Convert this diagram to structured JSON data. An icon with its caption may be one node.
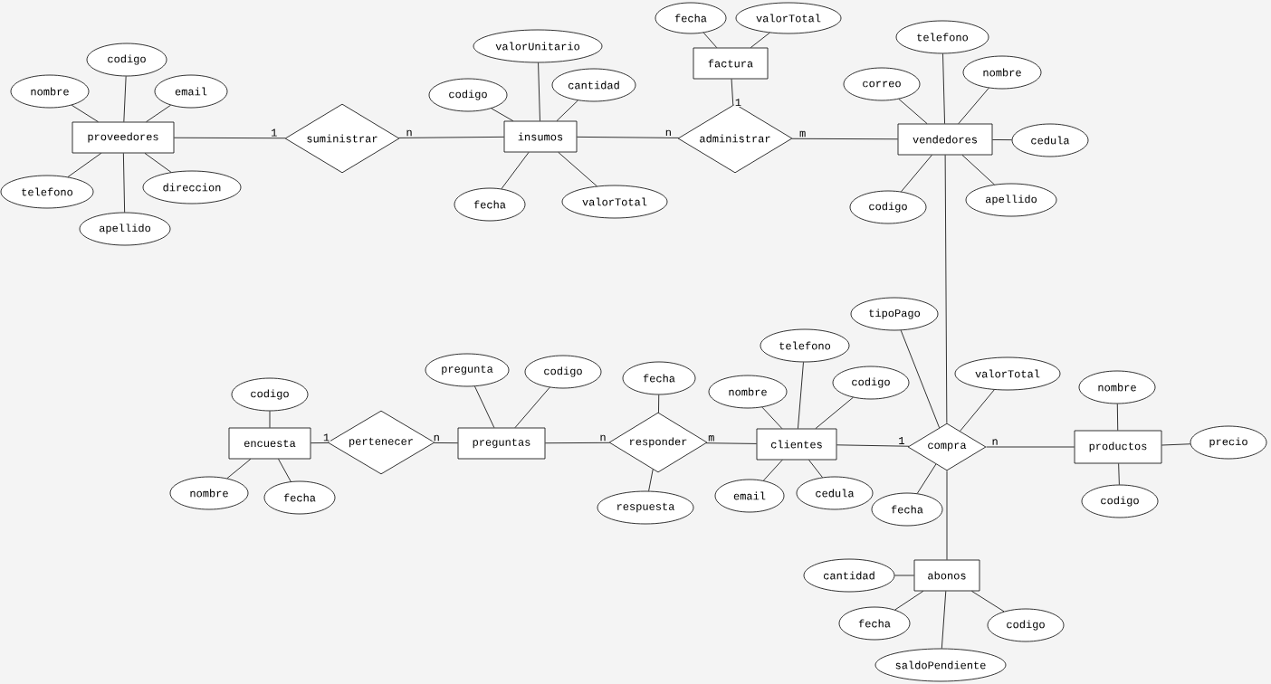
{
  "diagram": {
    "nodes": [
      {
        "text": [
          "proveedores"
        ]
      },
      {
        "text": [
          "codigo"
        ]
      },
      {
        "text": [
          "nombre"
        ]
      },
      {
        "text": [
          "email"
        ]
      },
      {
        "text": [
          "telefono"
        ]
      },
      {
        "text": [
          "direccion"
        ]
      },
      {
        "text": [
          "apellido"
        ]
      },
      {
        "text": [
          "suministrar"
        ]
      },
      {
        "text": [
          "insumos"
        ]
      },
      {
        "text": [
          "valorUnitario"
        ]
      },
      {
        "text": [
          "codigo"
        ]
      },
      {
        "text": [
          "cantidad"
        ]
      },
      {
        "text": [
          "fecha"
        ]
      },
      {
        "text": [
          "valorTotal"
        ]
      },
      {
        "text": [
          "factura"
        ]
      },
      {
        "text": [
          "fecha"
        ]
      },
      {
        "text": [
          "valorTotal"
        ]
      },
      {
        "text": [
          "administrar"
        ]
      },
      {
        "text": [
          "vendedores"
        ]
      },
      {
        "text": [
          "telefono"
        ]
      },
      {
        "text": [
          "correo"
        ]
      },
      {
        "text": [
          "nombre"
        ]
      },
      {
        "text": [
          "cedula"
        ]
      },
      {
        "text": [
          "codigo"
        ]
      },
      {
        "text": [
          "apellido"
        ]
      },
      {
        "text": [
          "encuesta"
        ]
      },
      {
        "text": [
          "codigo"
        ]
      },
      {
        "text": [
          "nombre"
        ]
      },
      {
        "text": [
          "fecha"
        ]
      },
      {
        "text": [
          "pertenecer"
        ]
      },
      {
        "text": [
          "preguntas"
        ]
      },
      {
        "text": [
          "pregunta"
        ]
      },
      {
        "text": [
          "codigo"
        ]
      },
      {
        "text": [
          "responder"
        ]
      },
      {
        "text": [
          "fecha"
        ]
      },
      {
        "text": [
          "respuesta"
        ]
      },
      {
        "text": [
          "clientes"
        ]
      },
      {
        "text": [
          "telefono"
        ]
      },
      {
        "text": [
          "nombre"
        ]
      },
      {
        "text": [
          "codigo"
        ]
      },
      {
        "text": [
          "email"
        ]
      },
      {
        "text": [
          "cedula"
        ]
      },
      {
        "text": [
          "compra"
        ]
      },
      {
        "text": [
          "tipoPago"
        ]
      },
      {
        "text": [
          "valorTotal"
        ]
      },
      {
        "text": [
          "fecha"
        ]
      },
      {
        "text": [
          "productos"
        ]
      },
      {
        "text": [
          "nombre"
        ]
      },
      {
        "text": [
          "precio"
        ]
      },
      {
        "text": [
          "codigo"
        ]
      },
      {
        "text": [
          "abonos"
        ]
      },
      {
        "text": [
          "cantidad"
        ]
      },
      {
        "text": [
          "fecha"
        ]
      },
      {
        "text": [
          "codigo"
        ]
      },
      {
        "text": [
          "saldoPendiente"
        ]
      }
    ],
    "edges": [
      {
        "from": 0,
        "to": 1,
        "arrow": "none"
      },
      {
        "from": 0,
        "to": 2,
        "arrow": "none"
      },
      {
        "from": 0,
        "to": 3,
        "arrow": "none"
      },
      {
        "from": 0,
        "to": 4,
        "arrow": "none"
      },
      {
        "from": 0,
        "to": 5,
        "arrow": "none"
      },
      {
        "from": 0,
        "to": 6,
        "arrow": "none"
      },
      {
        "from": 0,
        "to": 7,
        "arrow": "none",
        "label": "1"
      },
      {
        "from": 8,
        "to": 7,
        "arrow": "none",
        "label": "n"
      },
      {
        "from": 8,
        "to": 9,
        "arrow": "none"
      },
      {
        "from": 8,
        "to": 10,
        "arrow": "none"
      },
      {
        "from": 8,
        "to": 11,
        "arrow": "none"
      },
      {
        "from": 8,
        "to": 12,
        "arrow": "none"
      },
      {
        "from": 8,
        "to": 13,
        "arrow": "none"
      },
      {
        "from": 14,
        "to": 15,
        "arrow": "none"
      },
      {
        "from": 14,
        "to": 16,
        "arrow": "none"
      },
      {
        "from": 14,
        "to": 17,
        "arrow": "none",
        "label": "1"
      },
      {
        "from": 8,
        "to": 17,
        "arrow": "none",
        "label": "n"
      },
      {
        "from": 18,
        "to": 17,
        "arrow": "none",
        "label": "m"
      },
      {
        "from": 18,
        "to": 19,
        "arrow": "none"
      },
      {
        "from": 18,
        "to": 20,
        "arrow": "none"
      },
      {
        "from": 18,
        "to": 21,
        "arrow": "none"
      },
      {
        "from": 18,
        "to": 22,
        "arrow": "none"
      },
      {
        "from": 18,
        "to": 23,
        "arrow": "none"
      },
      {
        "from": 18,
        "to": 24,
        "arrow": "none"
      },
      {
        "from": 18,
        "to": 42,
        "arrow": "none"
      },
      {
        "from": 25,
        "to": 26,
        "arrow": "none"
      },
      {
        "from": 25,
        "to": 27,
        "arrow": "none"
      },
      {
        "from": 25,
        "to": 28,
        "arrow": "none"
      },
      {
        "from": 25,
        "to": 29,
        "arrow": "none",
        "label": "1"
      },
      {
        "from": 30,
        "to": 29,
        "arrow": "none",
        "label": "n"
      },
      {
        "from": 30,
        "to": 31,
        "arrow": "none"
      },
      {
        "from": 30,
        "to": 32,
        "arrow": "none"
      },
      {
        "from": 30,
        "to": 33,
        "arrow": "none",
        "label": "n"
      },
      {
        "from": 33,
        "to": 34,
        "arrow": "none"
      },
      {
        "from": 33,
        "to": 35,
        "arrow": "none"
      },
      {
        "from": 36,
        "to": 33,
        "arrow": "none",
        "label": "m"
      },
      {
        "from": 36,
        "to": 37,
        "arrow": "none"
      },
      {
        "from": 36,
        "to": 38,
        "arrow": "none"
      },
      {
        "from": 36,
        "to": 39,
        "arrow": "none"
      },
      {
        "from": 36,
        "to": 40,
        "arrow": "none"
      },
      {
        "from": 36,
        "to": 41,
        "arrow": "none"
      },
      {
        "from": 36,
        "to": 42,
        "arrow": "none",
        "label": "1"
      },
      {
        "from": 42,
        "to": 43,
        "arrow": "none"
      },
      {
        "from": 42,
        "to": 44,
        "arrow": "none"
      },
      {
        "from": 42,
        "to": 45,
        "arrow": "none"
      },
      {
        "from": 46,
        "to": 42,
        "arrow": "none",
        "label": "n"
      },
      {
        "from": 46,
        "to": 47,
        "arrow": "none"
      },
      {
        "from": 46,
        "to": 48,
        "arrow": "none"
      },
      {
        "from": 46,
        "to": 49,
        "arrow": "none"
      },
      {
        "from": 42,
        "to": 50,
        "arrow": "none"
      },
      {
        "from": 50,
        "to": 51,
        "arrow": "none"
      },
      {
        "from": 50,
        "to": 52,
        "arrow": "none"
      },
      {
        "from": 50,
        "to": 53,
        "arrow": "none"
      },
      {
        "from": 50,
        "to": 54,
        "arrow": "none"
      }
    ]
  }
}
